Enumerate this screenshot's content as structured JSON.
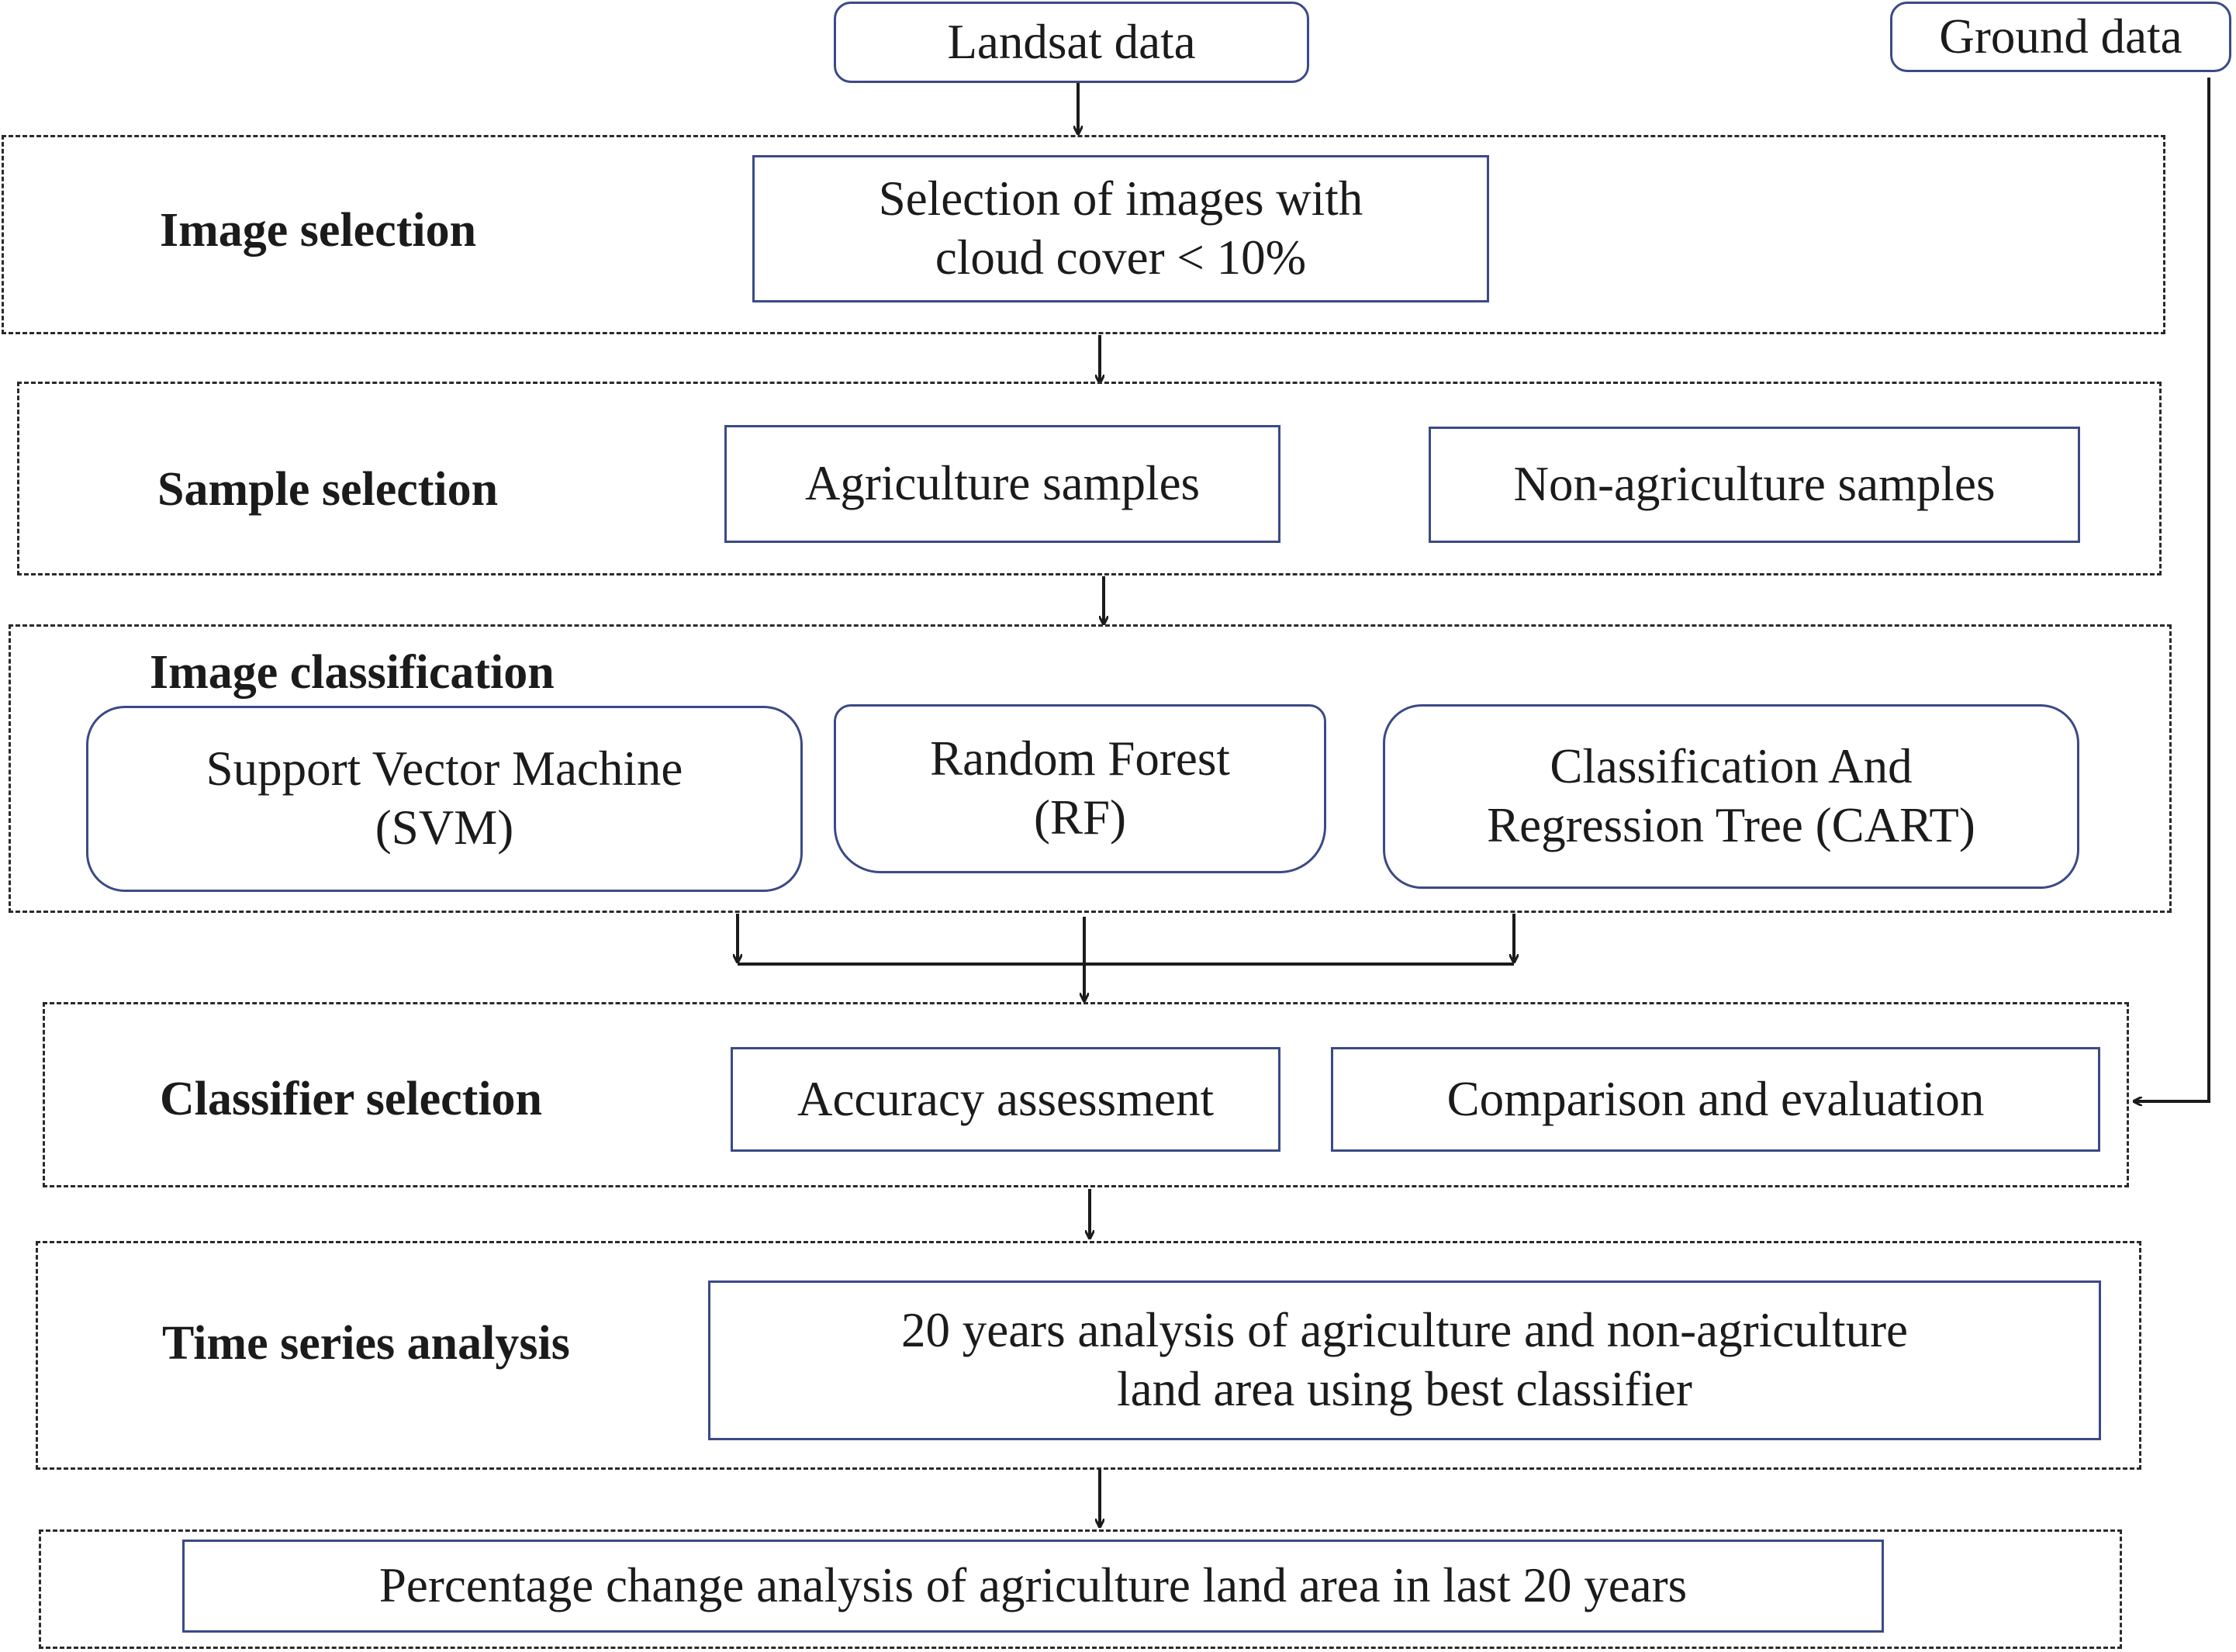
{
  "inputs": {
    "landsat": "Landsat data",
    "ground": "Ground data"
  },
  "stages": {
    "image_selection": {
      "label": "Image selection",
      "box": "Selection of images with\ncloud cover < 10%"
    },
    "sample_selection": {
      "label": "Sample selection",
      "agriculture": "Agriculture samples",
      "non_agriculture": "Non-agriculture samples"
    },
    "image_classification": {
      "label": "Image classification",
      "svm": "Support Vector Machine\n(SVM)",
      "rf": "Random Forest\n(RF)",
      "cart": "Classification And\nRegression Tree (CART)"
    },
    "classifier_selection": {
      "label": "Classifier selection",
      "accuracy": "Accuracy assessment",
      "comparison": "Comparison and evaluation"
    },
    "time_series": {
      "label": "Time series analysis",
      "box": "20 years analysis of agriculture and non-agriculture\nland area using best classifier"
    },
    "percentage_change": {
      "box": "Percentage change analysis of agriculture land area in last 20 years"
    }
  },
  "colors": {
    "box_border": "#3b4a86",
    "dashed_border": "#2a2a2a",
    "arrow": "#1b1b1b"
  }
}
